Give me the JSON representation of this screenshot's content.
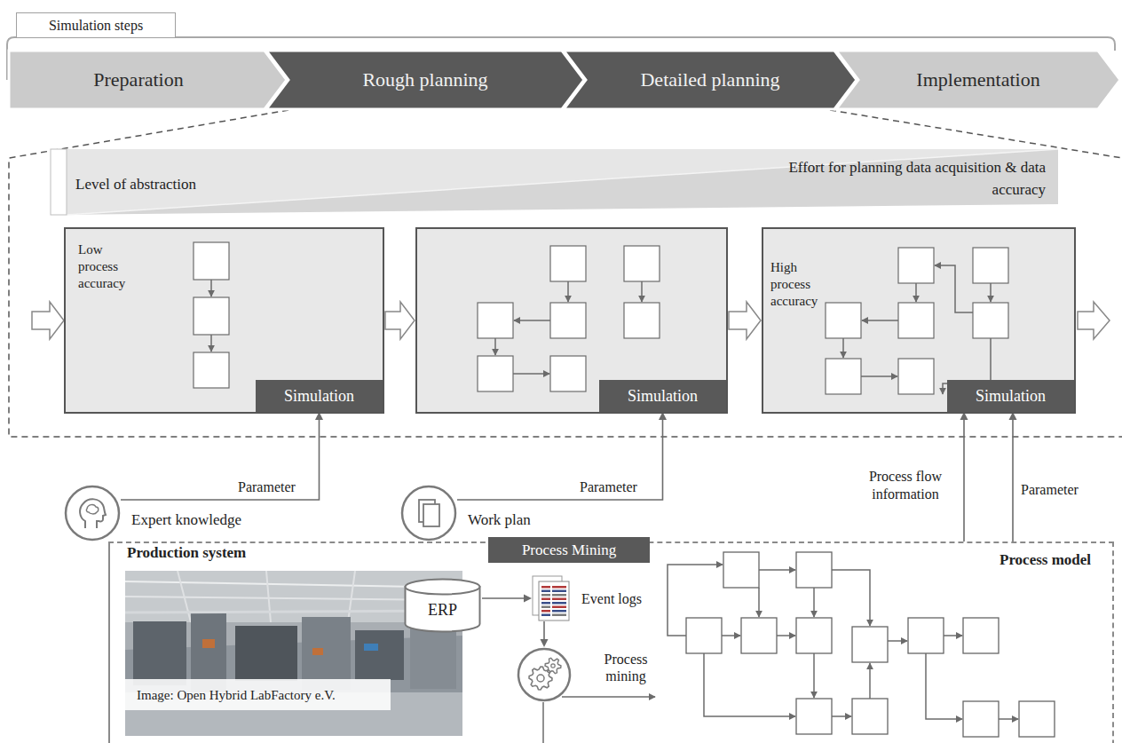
{
  "diagram": {
    "nodes": [
      {
        "text": [
          "Simulation steps"
        ]
      },
      {
        "text": [
          "Preparation"
        ]
      },
      {
        "text": [
          "Rough planning"
        ]
      },
      {
        "text": [
          "Detailed planning"
        ]
      },
      {
        "text": [
          "Implementation"
        ]
      },
      {
        "text": [
          "Low process accuracy"
        ]
      },
      {
        "text": [
          "Simulation"
        ],
        "in": 5
      },
      {
        "text": []
      },
      {
        "text": [
          "Simulation"
        ],
        "in": 7
      },
      {
        "text": [
          "High process accuracy"
        ]
      },
      {
        "text": [
          "Simulation"
        ],
        "in": 9
      },
      {
        "text": [
          "Expert knowledge"
        ]
      },
      {
        "text": [
          "Work plan"
        ]
      },
      {
        "text": [
          "Production system",
          "Process model"
        ]
      },
      {
        "text": [
          "Process Mining"
        ],
        "in": 13
      },
      {
        "text": [
          "ERP"
        ],
        "in": 13
      },
      {
        "text": [
          "Event logs"
        ],
        "in": 13
      },
      {
        "text": [
          "Process mining"
        ],
        "in": 13
      }
    ],
    "edges": [
      {
        "from": 5,
        "to": 7,
        "arrow": "to"
      },
      {
        "from": 7,
        "to": 9,
        "arrow": "to"
      },
      {
        "from": 11,
        "to": 6,
        "label": "Parameter",
        "arrow": "to"
      },
      {
        "from": 12,
        "to": 8,
        "label": "Parameter",
        "arrow": "to"
      },
      {
        "from": 13,
        "to": 10,
        "label": "Process flow information",
        "arrow": "to"
      },
      {
        "from": 13,
        "to": 10,
        "label": "Parameter",
        "arrow": "to"
      },
      {
        "from": 15,
        "to": 16,
        "arrow": "to"
      },
      {
        "from": 16,
        "to": 17,
        "arrow": "to"
      }
    ],
    "labels": [
      "Level of abstraction",
      "Effort for planning data acquisition & data accuracy",
      "Image: Open Hybrid LabFactory e.V."
    ]
  }
}
